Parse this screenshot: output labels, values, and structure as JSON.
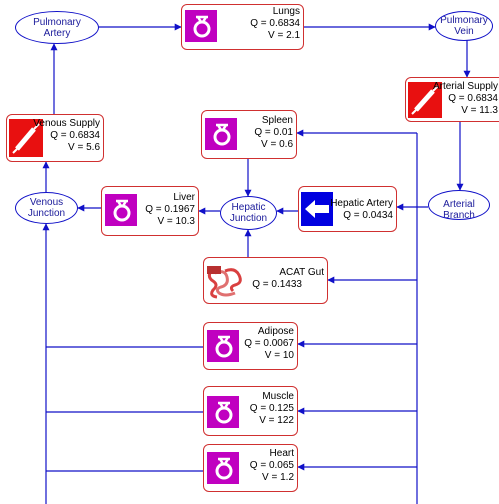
{
  "nodes": {
    "lungs": {
      "name": "Lungs",
      "q": "Q = 0.6834",
      "v": "V = 2.1"
    },
    "venous": {
      "name": "Venous Supply",
      "q": "Q = 0.6834",
      "v": "V = 5.6"
    },
    "arterial": {
      "name": "Arterial Supply",
      "q": "Q = 0.6834",
      "v": "V = 11.3"
    },
    "spleen": {
      "name": "Spleen",
      "q": "Q = 0.01",
      "v": "V = 0.6"
    },
    "liver": {
      "name": "Liver",
      "q": "Q = 0.1967",
      "v": "V = 10.3"
    },
    "hepatic_artery": {
      "name": "Hepatic Artery",
      "q": "Q = 0.0434"
    },
    "acat": {
      "name": "ACAT Gut",
      "q": "Q = 0.1433"
    },
    "adipose": {
      "name": "Adipose",
      "q": "Q = 0.0067",
      "v": "V = 10"
    },
    "muscle": {
      "name": "Muscle",
      "q": "Q = 0.125",
      "v": "V = 122"
    },
    "heart": {
      "name": "Heart",
      "q": "Q = 0.065",
      "v": "V = 1.2"
    }
  },
  "junctions": {
    "pulmonary_artery": "Pulmonary\nArtery",
    "pulmonary_vein": "Pulmonary\nVein",
    "venous_junction": "Venous\nJunction",
    "hepatic_junction": "Hepatic\nJunction",
    "arterial_branch": "Arterial\nBranch"
  },
  "colors": {
    "tissue": "#c000c0",
    "supply": "#e81010",
    "hepatic_artery": "#0000e0",
    "flow": "#1010c8",
    "border": "#d03030"
  },
  "icons": {
    "tissue": "tissue-compartment-icon",
    "supply": "syringe-icon",
    "artery": "left-arrow-icon",
    "gut": "intestine-icon"
  }
}
